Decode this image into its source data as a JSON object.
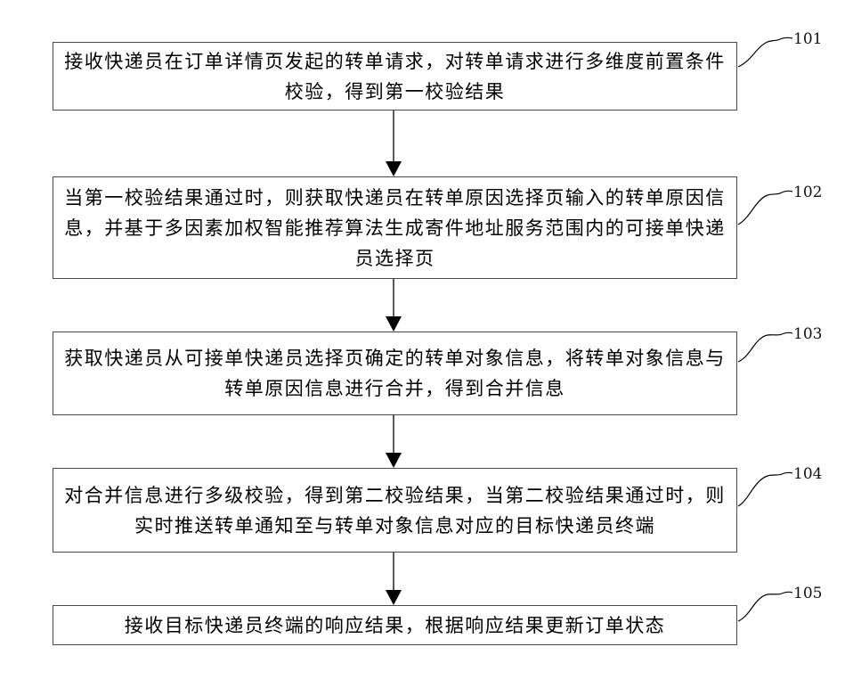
{
  "steps": [
    {
      "id": "101",
      "text": "接收快递员在订单详情页发起的转单请求，对转单请求进行多维度前置条件校验，得到第一校验结果"
    },
    {
      "id": "102",
      "text": "当第一校验结果通过时，则获取快递员在转单原因选择页输入的转单原因信息，并基于多因素加权智能推荐算法生成寄件地址服务范围内的可接单快递员选择页"
    },
    {
      "id": "103",
      "text": "获取快递员从可接单快递员选择页确定的转单对象信息，将转单对象信息与转单原因信息进行合并，得到合并信息"
    },
    {
      "id": "104",
      "text": "对合并信息进行多级校验，得到第二校验结果，当第二校验结果通过时，则实时推送转单通知至与转单对象信息对应的目标快递员终端"
    },
    {
      "id": "105",
      "text": "接收目标快递员终端的响应结果，根据响应结果更新订单状态"
    }
  ],
  "colors": {
    "border": "#4a4a4a",
    "line": "#000000"
  }
}
